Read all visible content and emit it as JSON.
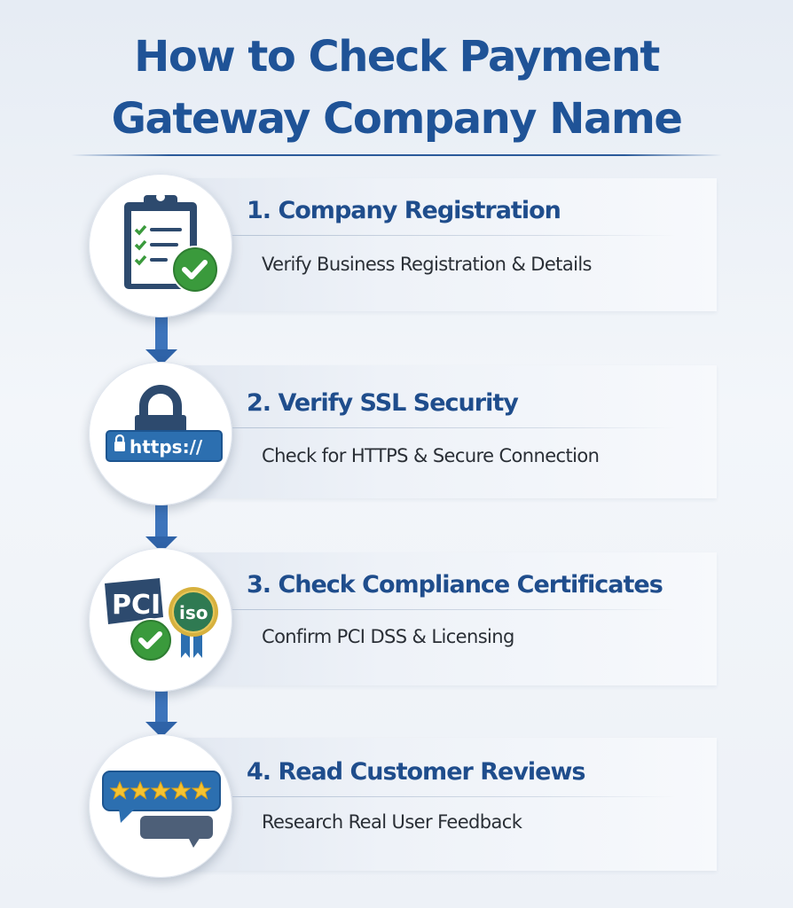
{
  "title": {
    "line1": "How to Check Payment",
    "line2": "Gateway Company Name"
  },
  "steps": [
    {
      "title": "1. Company Registration",
      "description": "Verify Business Registration & Details",
      "icon": "clipboard-check-icon"
    },
    {
      "title": "2. Verify SSL Security",
      "description": "Check for HTTPS & Secure Connection",
      "icon": "padlock-https-icon",
      "badge_text": "https://"
    },
    {
      "title": "3. Check Compliance Certificates",
      "description": "Confirm PCI DSS & Licensing",
      "icon": "pci-iso-certificate-icon",
      "badge_pci": "PCI",
      "badge_iso": "iso"
    },
    {
      "title": "4. Read Customer Reviews",
      "description": "Research Real User Feedback",
      "icon": "review-stars-bubble-icon",
      "stars": 5
    }
  ],
  "colors": {
    "title": "#1f5397",
    "arrow": "#3d74bb",
    "check_green": "#3a9a3c",
    "navy": "#2d4a6e",
    "star_gold": "#f5c331"
  }
}
